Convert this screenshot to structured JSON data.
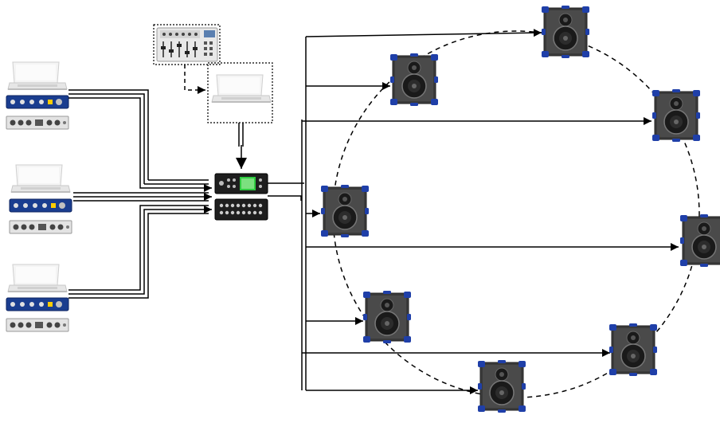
{
  "diagram": {
    "sources": [
      {
        "id": "source-1",
        "laptop_icon": "laptop-icon",
        "interface_icon": "audio-interface-icon",
        "rack_icon": "rack-io-unit-icon"
      },
      {
        "id": "source-2",
        "laptop_icon": "laptop-icon",
        "interface_icon": "audio-interface-icon",
        "rack_icon": "rack-io-unit-icon"
      },
      {
        "id": "source-3",
        "laptop_icon": "laptop-icon",
        "interface_icon": "audio-interface-icon",
        "rack_icon": "rack-io-unit-icon"
      }
    ],
    "controller": {
      "controller_icon": "midi-fader-controller-icon",
      "laptop_icon": "laptop-icon"
    },
    "mixer": {
      "top_unit_icon": "digital-mixer-unit-icon",
      "bottom_unit_icon": "mixer-io-rack-icon"
    },
    "speaker_count": 8,
    "speaker_icon": "loudspeaker-icon",
    "colors": {
      "line": "#000000",
      "speaker_body": "#3a3a3a",
      "speaker_corner": "#1f3fa8",
      "laptop_body": "#f2f2f2",
      "interface_blue": "#1a3d8f",
      "rack_gray": "#e3e3e3",
      "mixer_dark": "#1e1e1e",
      "mixer_screen": "#2ecc40"
    }
  }
}
